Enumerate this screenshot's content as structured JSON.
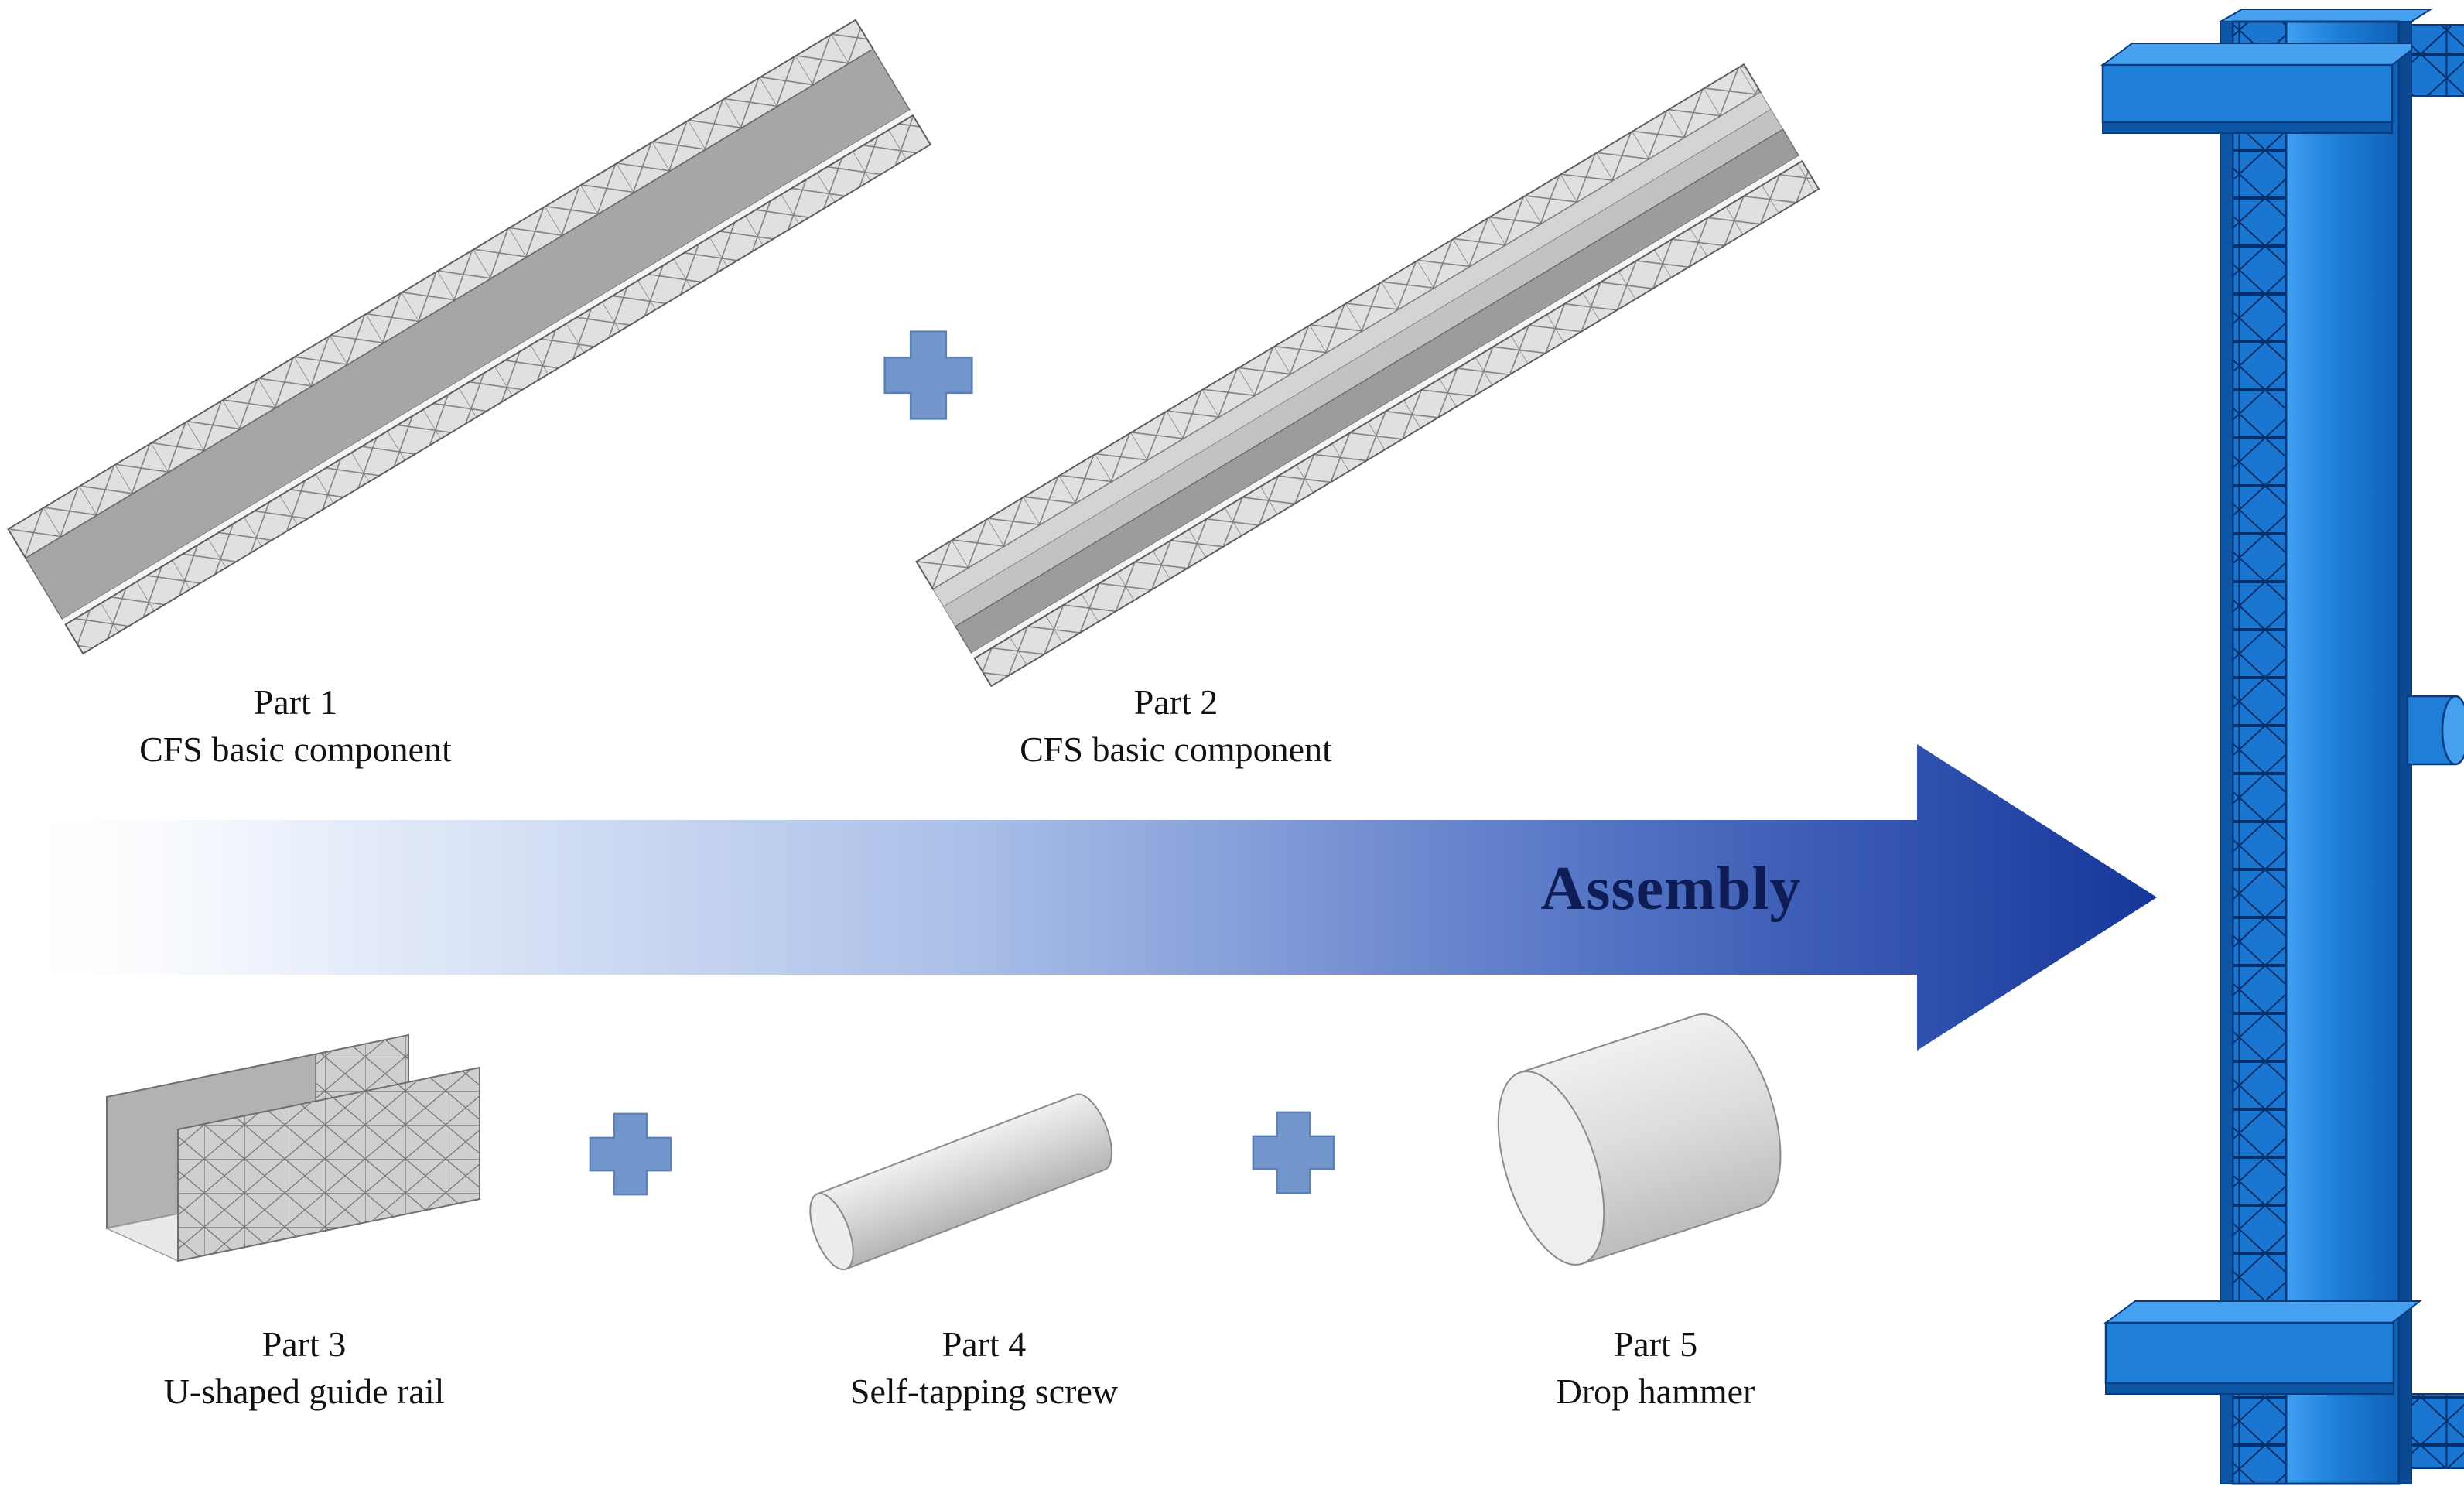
{
  "figure": {
    "arrow_label": "Assembly",
    "parts": [
      {
        "name": "Part 1",
        "description": "CFS basic component"
      },
      {
        "name": "Part 2",
        "description": "CFS basic component"
      },
      {
        "name": "Part 3",
        "description": "U-shaped guide rail"
      },
      {
        "name": "Part 4",
        "description": "Self-tapping screw"
      },
      {
        "name": "Part 5",
        "description": "Drop hammer"
      }
    ],
    "colors": {
      "plus_blue": "#7397cd",
      "arrow_gradient_start": "#ffffff",
      "arrow_gradient_end": "#16379b",
      "assembly_label_color": "#0e1d55",
      "part_gray": "#a6a6a6",
      "part_gray_light": "#e9e9e9",
      "model_blue": "#1f7fd8",
      "model_blue_light": "#45a0f0",
      "model_blue_dark": "#0d56a6",
      "model_line_navy": "#073b7e"
    }
  }
}
